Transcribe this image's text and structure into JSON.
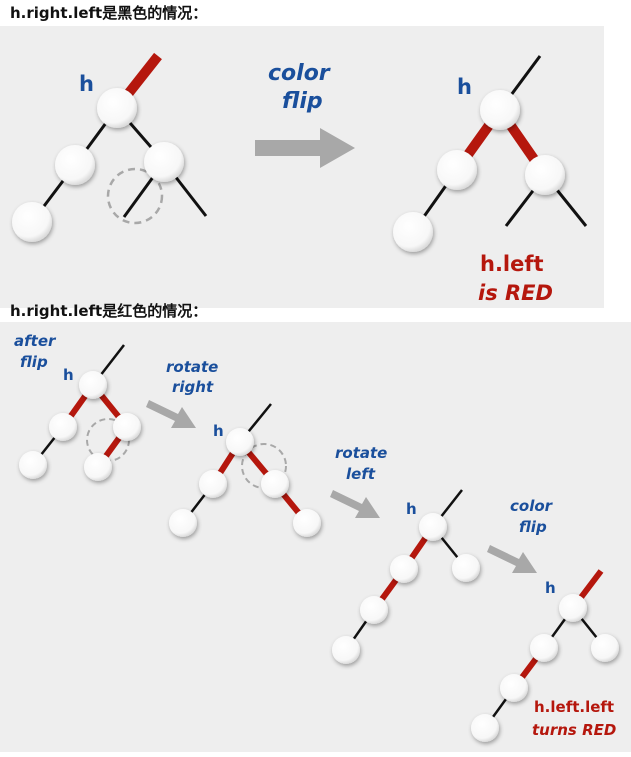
{
  "headings": {
    "case1": "h.right.left是黑色的情况：",
    "case2": "h.right.left是红色的情况："
  },
  "case1": {
    "h_before": "h",
    "op_line1": "color",
    "op_line2": "flip",
    "h_after": "h",
    "note_line1": "h.left",
    "note_line2": "is RED"
  },
  "case2": {
    "after_flip_line1": "after",
    "after_flip_line2": "flip",
    "h1": "h",
    "rotate_right_line1": "rotate",
    "rotate_right_line2": "right",
    "h2": "h",
    "rotate_left_line1": "rotate",
    "rotate_left_line2": "left",
    "h3": "h",
    "color_flip_line1": "color",
    "color_flip_line2": "flip",
    "h4": "h",
    "note_line1": "h.left.left",
    "note_line2": "turns RED"
  },
  "colors": {
    "red_link": "#b5170d",
    "black_link": "#111111",
    "label_blue": "#1a4f9c",
    "arrow_grey": "#a8a8a8",
    "panel_bg": "#eeeeee"
  }
}
